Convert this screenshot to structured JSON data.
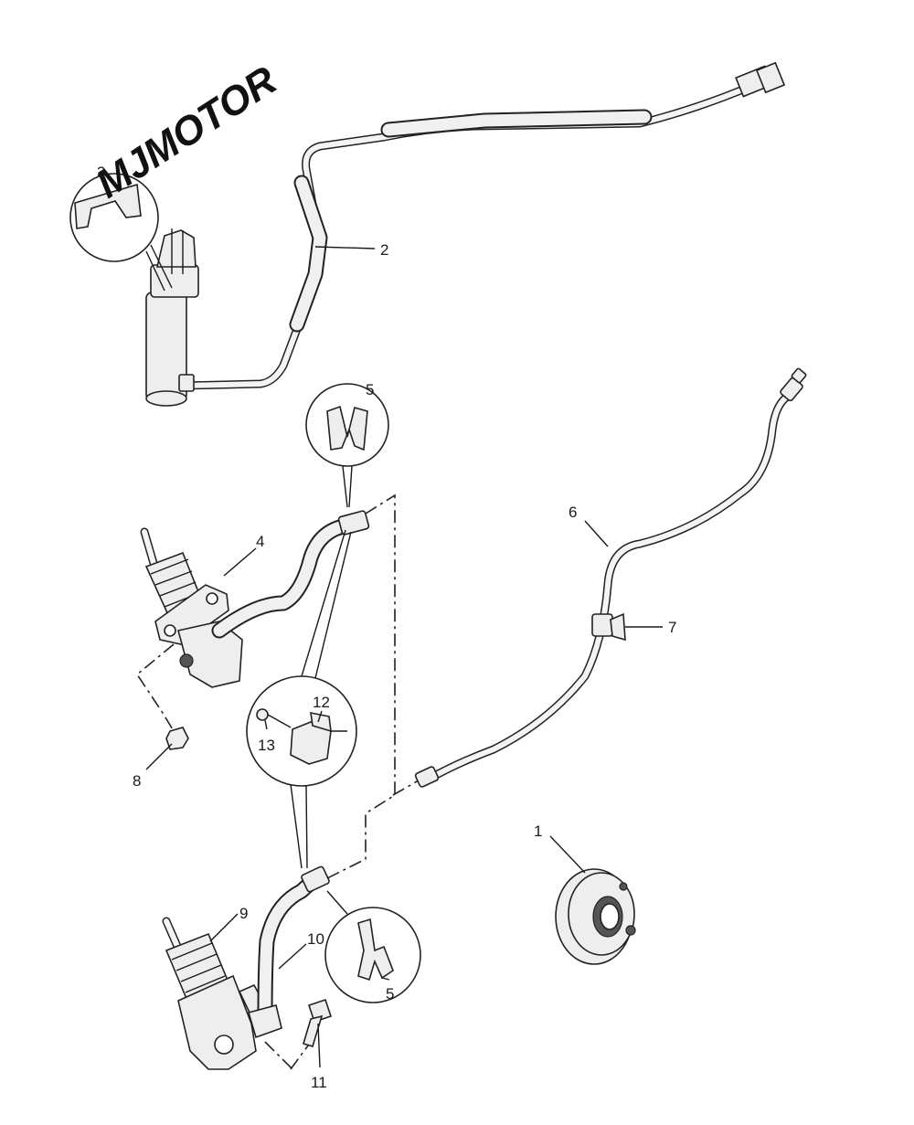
{
  "watermark": "MJMOTOR",
  "callouts": {
    "c1": "1",
    "c2": "2",
    "c3": "3",
    "c4": "4",
    "c5_top": "5",
    "c5_bottom": "5",
    "c6": "6",
    "c7": "7",
    "c8": "8",
    "c9": "9",
    "c10": "10",
    "c11": "11",
    "c12": "12",
    "c13": "13"
  }
}
